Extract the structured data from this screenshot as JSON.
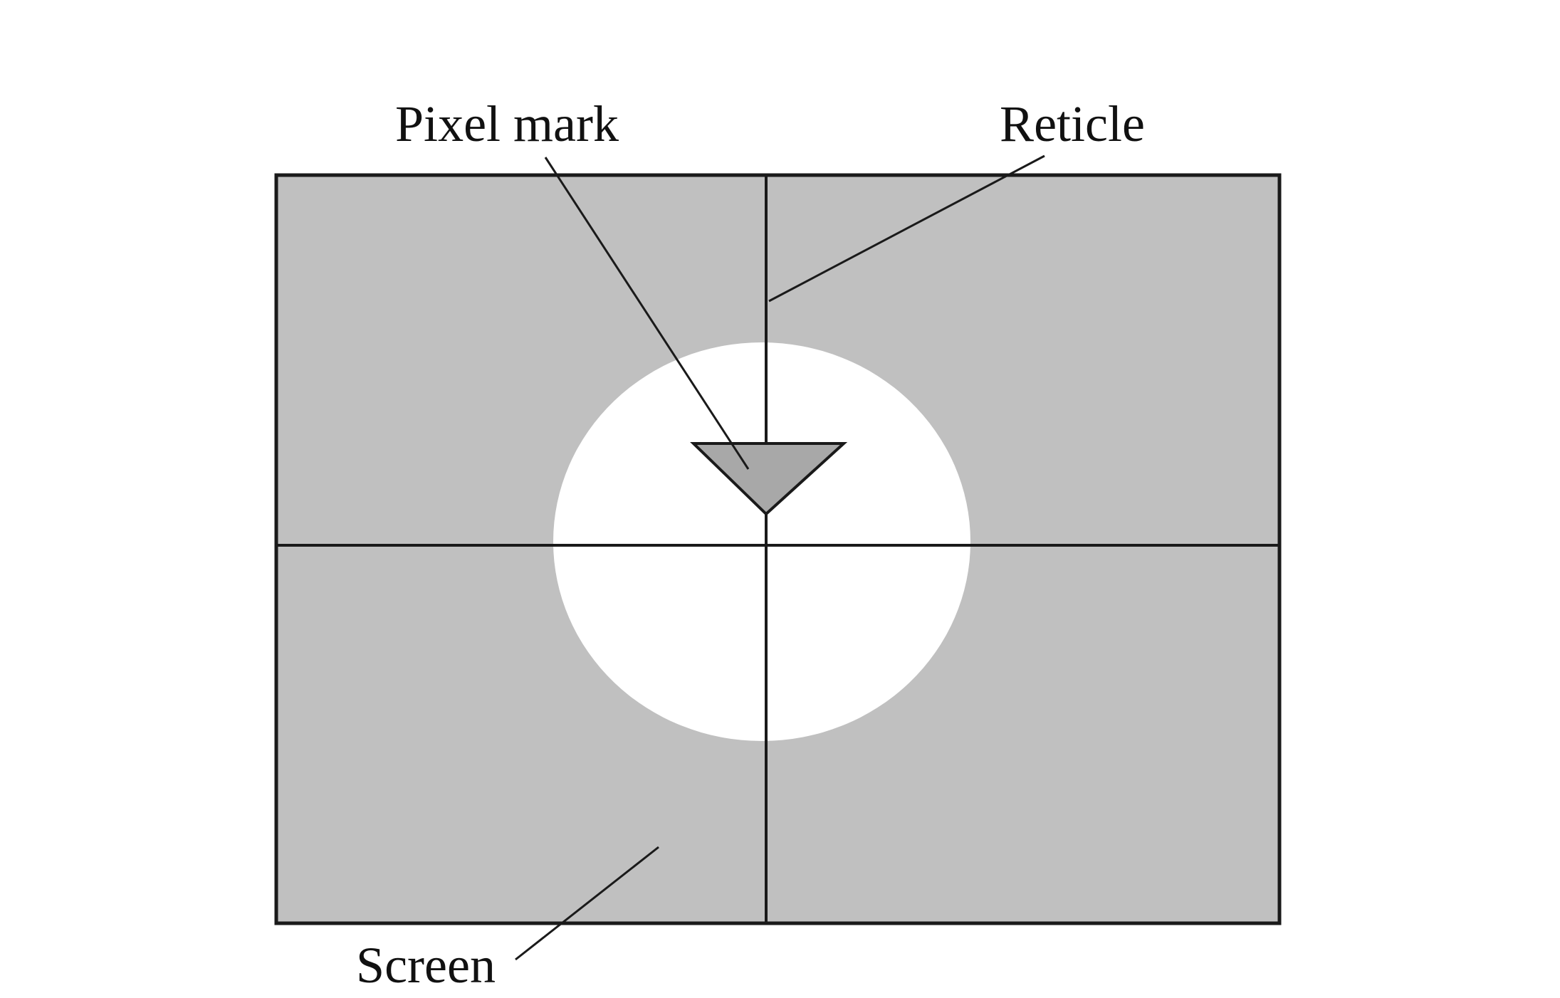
{
  "labels": {
    "pixel_mark": "Pixel mark",
    "reticle": "Reticle",
    "screen": "Screen"
  },
  "colors": {
    "screen_fill": "#c0c0c0",
    "spot_fill": "#ffffff",
    "line": "#1a1a1a",
    "mark_fill": "#a8a8a8"
  }
}
